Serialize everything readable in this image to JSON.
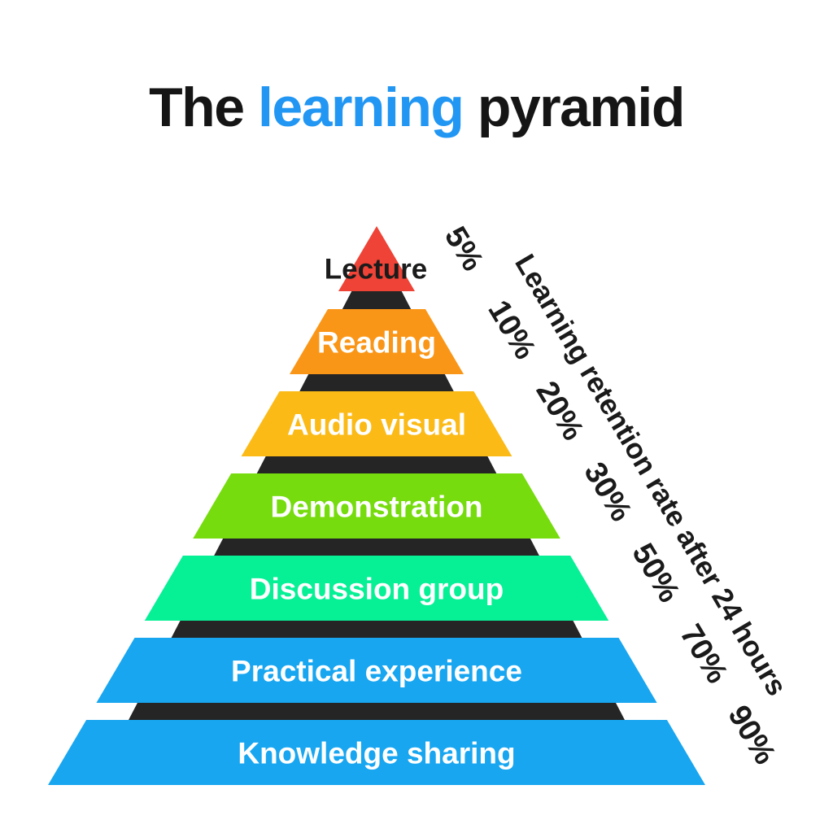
{
  "title": {
    "part1": "The ",
    "part2": "learning",
    "part3": " pyramid",
    "full": "The learning pyramid"
  },
  "colors": {
    "title_text": "#151515",
    "title_highlight": "#2196F3",
    "backdrop": "#252525",
    "annotation_text": "#1a1a1a",
    "background": "#ffffff"
  },
  "axis_label": "Learning retention rate after 24 hours",
  "chart_data": {
    "type": "pyramid",
    "title": "The learning pyramid",
    "annotation": "Learning retention rate after 24 hours",
    "backdrop_color": "#252525",
    "levels": [
      {
        "label": "Lecture",
        "value": "5%",
        "value_num": 5,
        "color": "#EE4336",
        "text_color": "#1b1b1b"
      },
      {
        "label": "Reading",
        "value": "10%",
        "value_num": 10,
        "color": "#FA9617",
        "text_color": "#ffffff"
      },
      {
        "label": "Audio visual",
        "value": "20%",
        "value_num": 20,
        "color": "#FBBA16",
        "text_color": "#ffffff"
      },
      {
        "label": "Demonstration",
        "value": "30%",
        "value_num": 30,
        "color": "#76DC0D",
        "text_color": "#ffffff"
      },
      {
        "label": "Discussion group",
        "value": "50%",
        "value_num": 50,
        "color": "#06F096",
        "text_color": "#ffffff"
      },
      {
        "label": "Practical experience",
        "value": "70%",
        "value_num": 70,
        "color": "#18A6F0",
        "text_color": "#ffffff"
      },
      {
        "label": "Knowledge sharing",
        "value": "90%",
        "value_num": 90,
        "color": "#18A6F0",
        "text_color": "#ffffff"
      }
    ]
  }
}
